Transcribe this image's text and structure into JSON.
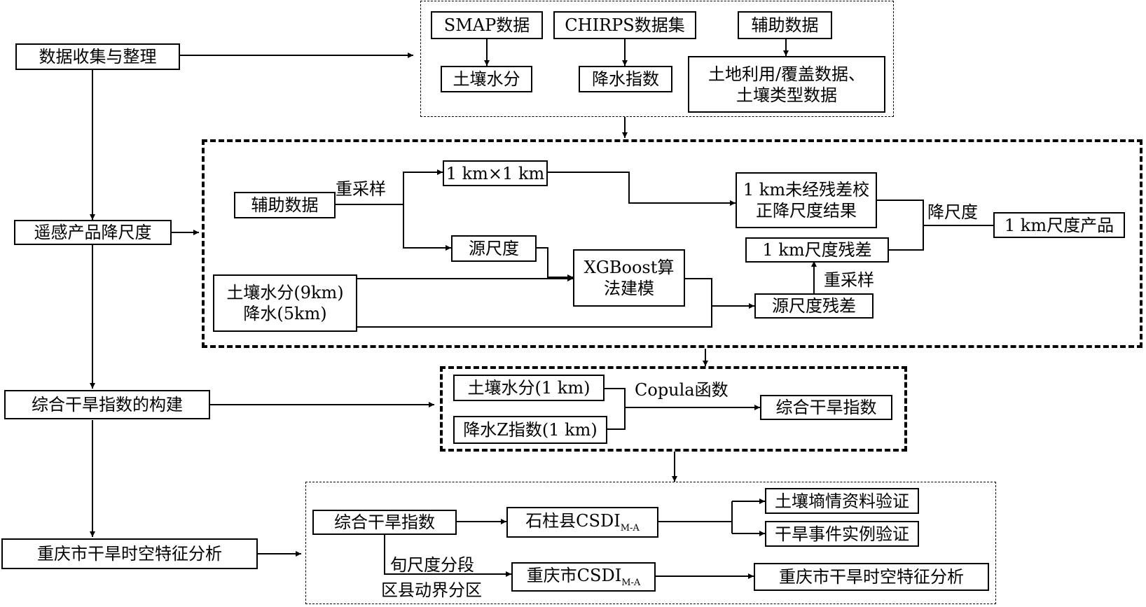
{
  "steps": {
    "collect": "数据收集与整理",
    "downscale": "遥感产品降尺度",
    "construct": "综合干旱指数的构建",
    "analysis": "重庆市干旱时空特征分析"
  },
  "data_group": {
    "smap": "SMAP数据",
    "chirps": "CHIRPS数据集",
    "aux": "辅助数据",
    "soil_moisture": "土壤水分",
    "precip_index": "降水指数",
    "landuse_line1": "土地利用/覆盖数据、",
    "landuse_line2": "土壤类型数据"
  },
  "downscale_group": {
    "aux": "辅助数据",
    "resample_label": "重采样",
    "grid_1km": "1 km×1 km",
    "source_scale": "源尺度",
    "soil_line1": "土壤水分(9km)",
    "soil_line2": "降水(5km)",
    "xgb_line1": "XGBoost算",
    "xgb_line2": "法建模",
    "uncorrected_line1": "1 km未经残差校",
    "uncorrected_line2": "正降尺度结果",
    "residual_1km": "1 km尺度残差",
    "source_residual": "源尺度残差",
    "resample_label2": "重采样",
    "downscale_label": "降尺度",
    "product_1km": "1 km尺度产品"
  },
  "index_group": {
    "soil_1km": "土壤水分(1 km)",
    "precip_z": "降水Z指数(1 km)",
    "copula_label": "Copula函数",
    "csdi": "综合干旱指数"
  },
  "analysis_group": {
    "csdi": "综合干旱指数",
    "shizhu_main": "石柱县CSDI",
    "shizhu_sub": "M-A",
    "soil_validation": "土壤墒情资料验证",
    "drought_validation": "干旱事件实例验证",
    "segment_label": "旬尺度分段",
    "zone_label": "区县动界分区",
    "chongqing_main": "重庆市CSDI",
    "chongqing_sub": "M-A",
    "chongqing_analysis": "重庆市干旱时空特征分析"
  }
}
